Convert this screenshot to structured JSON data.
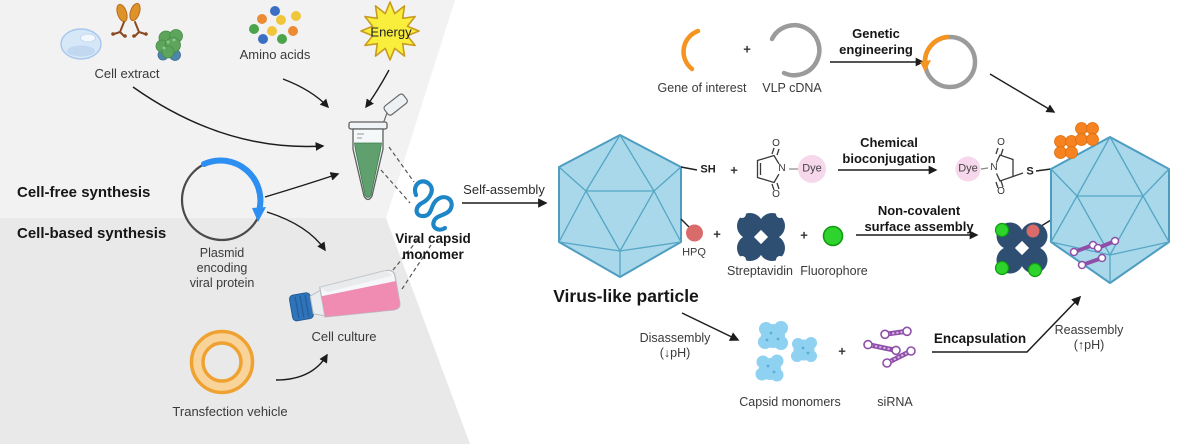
{
  "plus": "+",
  "synthesis": {
    "cell_free_heading": "Cell-free synthesis",
    "cell_based_heading": "Cell-based synthesis",
    "cell_extract_label": "Cell extract",
    "amino_acids_label": "Amino acids",
    "energy_label": "Energy",
    "plasmid_caption": "Plasmid\nencoding\nviral protein",
    "cell_culture_label": "Cell culture",
    "transfection_label": "Transfection vehicle"
  },
  "assembly": {
    "monomer_label": "Viral capsid\nmonomer",
    "self_assembly_label": "Self-assembly",
    "vlp_label": "Virus-like particle",
    "sh_label": "SH",
    "hpq_label": "HPQ"
  },
  "genetic_engineering": {
    "gene_label": "Gene of interest",
    "cdna_label": "VLP cDNA",
    "arrow_label": "Genetic\nengineering"
  },
  "bioconjugation": {
    "arrow_label": "Chemical\nbioconjugation",
    "dye_label": "Dye",
    "o_atom": "O",
    "n_atom": "N",
    "s_atom": "S"
  },
  "surface_assembly": {
    "arrow_label": "Non-covalent\nsurface assembly",
    "streptavidin_label": "Streptavidin",
    "fluorophore_label": "Fluorophore"
  },
  "encapsulation": {
    "disassembly_label": "Disassembly\n(↓pH)",
    "capsid_monomers_label": "Capsid monomers",
    "sirna_label": "siRNA",
    "encapsulation_label": "Encapsulation",
    "reassembly_label": "Reassembly\n(↑pH)"
  },
  "colors": {
    "panel_top": "#f2f2f2",
    "panel_bottom": "#e9e9ea",
    "vlp_fill": "#a9d8eb",
    "vlp_stroke": "#4e9fc0",
    "monomer_blue": "#1e86c6",
    "orange": "#f5921f",
    "plasmid_blue": "#2e8ff2",
    "plasmid_gray": "#9b9b9b",
    "streptavidin_navy": "#2e4e72",
    "fluorophore_green": "#2ed32e",
    "hpq_red": "#d96b6b",
    "dye_pink": "#f6d7ec",
    "sirna_purple": "#8e4fa8",
    "media_pink": "#f08cb1",
    "tube_green": "#5fa06e",
    "energy_yellow": "#f9ee3b"
  },
  "icons": {
    "cell-extract-icon": "protein-blob-cluster",
    "amino-acids-icon": "colored-dot-cluster",
    "energy-icon": "yellow-starburst",
    "plasmid-icon": "circle-with-blue-arc",
    "transfection-vehicle-icon": "orange-double-ring",
    "cell-culture-flask-icon": "pink-media-flask",
    "reaction-tube-icon": "microcentrifuge-tube",
    "viral-capsid-monomer-icon": "blue-squiggle",
    "virus-like-particle-icon": "blue-icosahedron",
    "gene-of-interest-icon": "orange-arc",
    "vlp-cdna-icon": "gray-open-circle",
    "maleimide-icon": "chemical-ring-structure",
    "streptavidin-icon": "navy-four-lobe-protein",
    "fluorophore-icon": "green-dot",
    "hpq-icon": "red-dot",
    "capsid-monomers-icon": "light-blue-blobs",
    "sirna-icon": "purple-duplex-dumbbell"
  }
}
